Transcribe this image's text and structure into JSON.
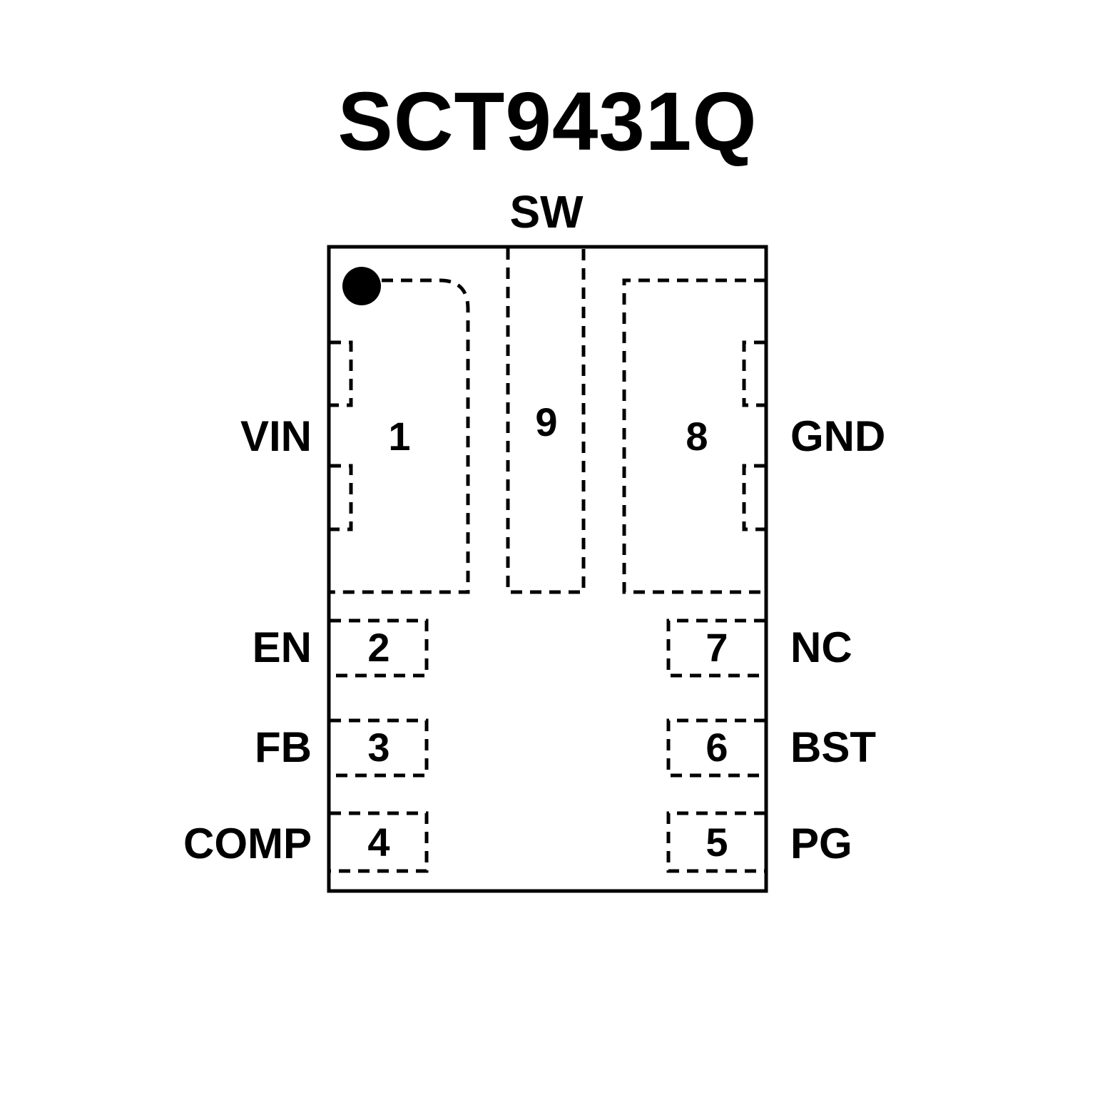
{
  "title": "SCT9431Q",
  "pins": [
    {
      "number": "1",
      "label": "VIN",
      "side": "left"
    },
    {
      "number": "2",
      "label": "EN",
      "side": "left"
    },
    {
      "number": "3",
      "label": "FB",
      "side": "left"
    },
    {
      "number": "4",
      "label": "COMP",
      "side": "left"
    },
    {
      "number": "5",
      "label": "PG",
      "side": "right"
    },
    {
      "number": "6",
      "label": "BST",
      "side": "right"
    },
    {
      "number": "7",
      "label": "NC",
      "side": "right"
    },
    {
      "number": "8",
      "label": "GND",
      "side": "right"
    },
    {
      "number": "9",
      "label": "SW",
      "side": "top"
    }
  ],
  "colors": {
    "line": "#000000",
    "background": "#ffffff"
  }
}
